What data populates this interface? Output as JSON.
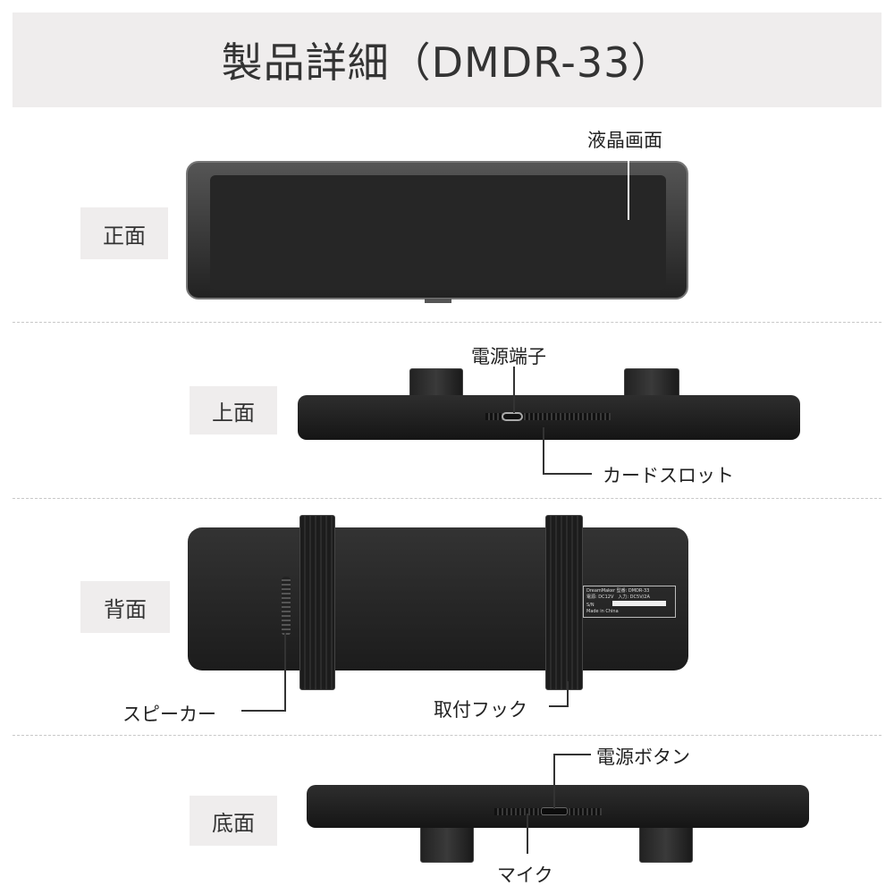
{
  "title": "製品詳細（DMDR-33）",
  "sections": {
    "front": {
      "label": "正面",
      "callouts": {
        "screen": "液晶画面"
      }
    },
    "top": {
      "label": "上面",
      "callouts": {
        "power_port": "電源端子",
        "card_slot": "カードスロット"
      }
    },
    "back": {
      "label": "背面",
      "callouts": {
        "speaker": "スピーカー",
        "hook": "取付フック"
      },
      "sticker": {
        "brand": "DreamMaker",
        "model": "型番: DMDR-33",
        "power": "電源: DC12V　入力: DC5V/2A",
        "sn": "S/N",
        "origin": "Made in China"
      }
    },
    "bottom": {
      "label": "底面",
      "callouts": {
        "power_button": "電源ボタン",
        "mic": "マイク"
      }
    }
  }
}
